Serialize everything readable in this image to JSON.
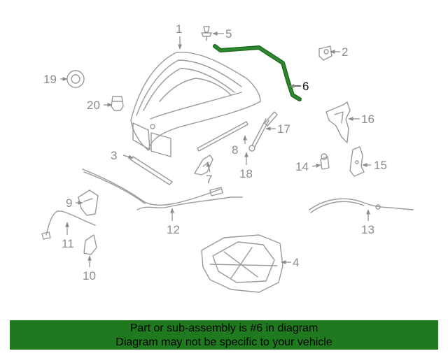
{
  "callouts": [
    "1",
    "2",
    "3",
    "4",
    "5",
    "6",
    "7",
    "8",
    "9",
    "10",
    "11",
    "12",
    "13",
    "14",
    "15",
    "16",
    "17",
    "18",
    "19",
    "20"
  ],
  "highlight": {
    "part_number": "6",
    "color": "#1f7a1f"
  },
  "caption": {
    "line1": "Part or sub-assembly is #6 in diagram",
    "line2": "Diagram may not be specific to your vehicle"
  },
  "colors": {
    "line_art": "#9a9a9a",
    "caption_bg": "#1f7a1f",
    "highlight": "#2f8a2f"
  }
}
